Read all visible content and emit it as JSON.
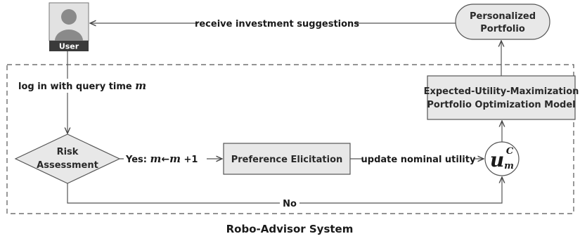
{
  "user": {
    "label": "User"
  },
  "nodes": {
    "portfolio": {
      "line1": "Personalized",
      "line2": "Portfolio"
    },
    "optimization": {
      "line1": "Expected-Utility-Maximization",
      "line2": "Portfolio Optimization Model"
    },
    "risk": {
      "line1": "Risk",
      "line2": "Assessment"
    },
    "elicitation": {
      "label": "Preference Elicitation"
    },
    "utility": {
      "symbol": "u",
      "superscript": "C",
      "subscript": "m"
    }
  },
  "edges": {
    "receive": "receive investment suggestions",
    "login_text": "log in with query time",
    "login_var": "m",
    "yes_prefix": "Yes:",
    "yes_var1": "m",
    "yes_arrow": "←",
    "yes_var2": "m",
    "yes_suffix": "+1",
    "update": "update nominal utility",
    "no": "No"
  },
  "system": {
    "label": "Robo-Advisor System"
  },
  "colors": {
    "box_fill": "#e8e8e8",
    "stroke": "#555555",
    "user_bar": "#3a3a3a",
    "avatar": "#8a8a8a"
  }
}
